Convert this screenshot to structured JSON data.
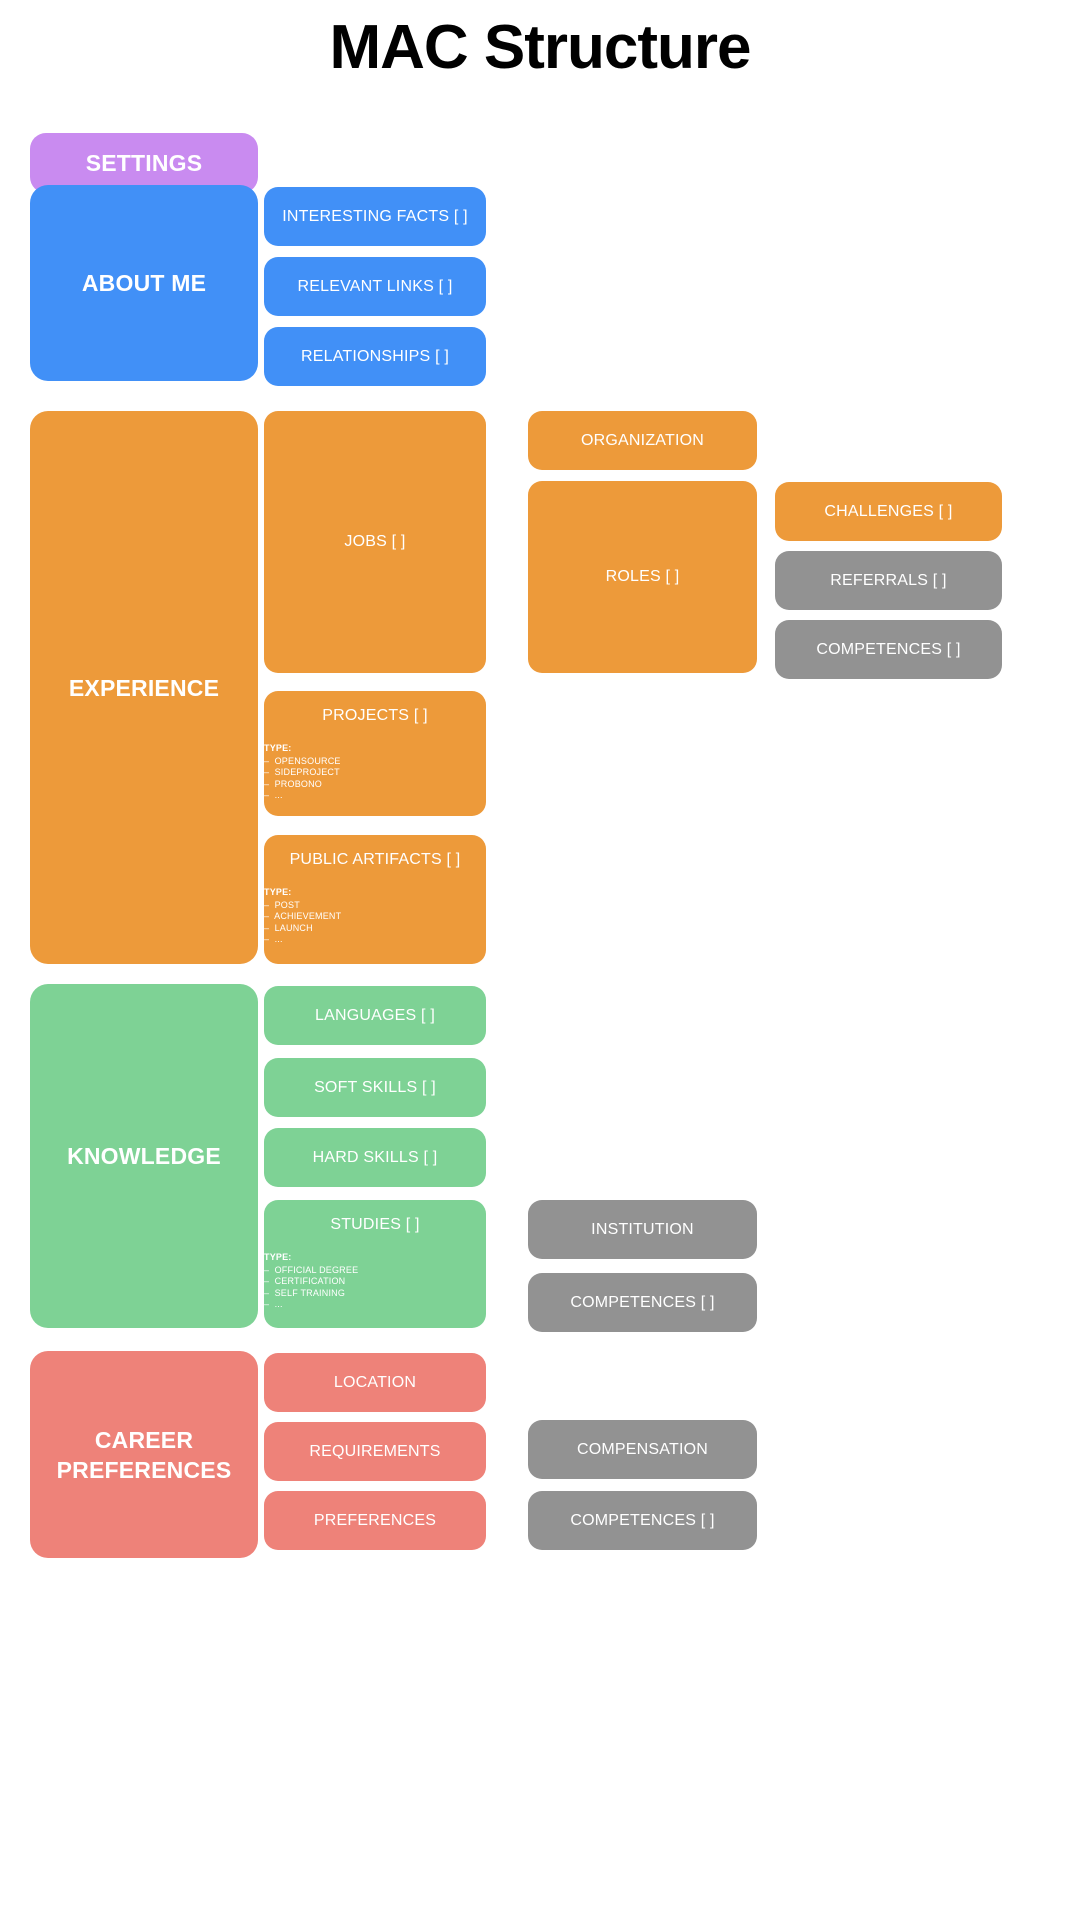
{
  "title": "MAC Structure",
  "colors": {
    "purple": "#c98bf0",
    "blue": "#4190f7",
    "orange": "#ed9a3a",
    "green": "#7ed295",
    "red": "#ee8279",
    "gray": "#929292",
    "text_light": "#ffffff",
    "title_black": "#000000",
    "background": "#ffffff"
  },
  "type_label": "TYPE:",
  "nodes": {
    "settings": "SETTINGS",
    "about_me": "ABOUT ME",
    "interesting_facts": "INTERESTING FACTS [ ]",
    "relevant_links": "RELEVANT LINKS [ ]",
    "relationships": "RELATIONSHIPS [ ]",
    "experience": "EXPERIENCE",
    "jobs": "JOBS [ ]",
    "organization": "ORGANIZATION",
    "roles": "ROLES [ ]",
    "challenges": "CHALLENGES [ ]",
    "referrals": "REFERRALS [ ]",
    "competences_experience": "COMPETENCES [ ]",
    "projects": "PROJECTS [ ]",
    "public_artifacts": "PUBLIC ARTIFACTS [ ]",
    "knowledge": "KNOWLEDGE",
    "languages": "LANGUAGES [ ]",
    "soft_skills": "SOFT SKILLS [ ]",
    "hard_skills": "HARD SKILLS [ ]",
    "studies": "STUDIES [ ]",
    "institution": "INSTITUTION",
    "competences_knowledge": "COMPETENCES [ ]",
    "career_preferences": "CAREER\nPREFERENCES",
    "location": "LOCATION",
    "requirements": "REQUIREMENTS",
    "preferences": "PREFERENCES",
    "compensation": "COMPENSATION",
    "competences_career": "COMPETENCES [ ]"
  },
  "types": {
    "projects": [
      "–  OPENSOURCE",
      "–  SIDEPROJECT",
      "–  PROBONO",
      "–  ..."
    ],
    "public_artifacts": [
      "–  POST",
      "–  ACHIEVEMENT",
      "–  LAUNCH",
      "–  ..."
    ],
    "studies": [
      "–  OFFICIAL DEGREE",
      "–  CERTIFICATION",
      "–  SELF TRAINING",
      "–  ..."
    ]
  }
}
